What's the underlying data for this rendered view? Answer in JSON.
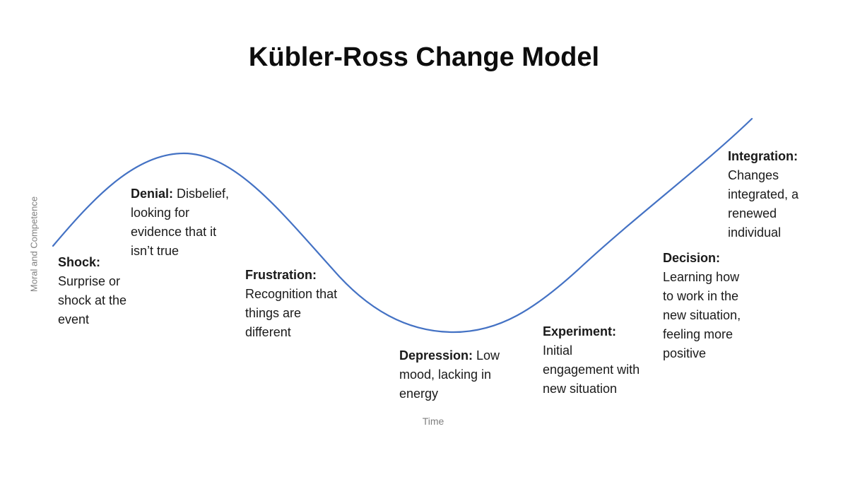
{
  "title": "Kübler-Ross Change Model",
  "axes": {
    "y_label": "Moral and Competence",
    "x_label": "Time"
  },
  "curve": {
    "color": "#4472C4",
    "semantic": "moral-competence-over-time-curve"
  },
  "stages": [
    {
      "id": "shock",
      "term": "Shock:",
      "line1_rest": "",
      "lines": [
        "Surprise or",
        "shock at the",
        "event"
      ]
    },
    {
      "id": "denial",
      "term": "Denial:",
      "line1_rest": " Disbelief,",
      "lines": [
        "looking for",
        "evidence that it",
        "isn’t true"
      ]
    },
    {
      "id": "frustration",
      "term": "Frustration:",
      "line1_rest": "",
      "lines": [
        "Recognition that",
        "things are",
        "different"
      ]
    },
    {
      "id": "depression",
      "term": "Depression:",
      "line1_rest": " Low",
      "lines": [
        "mood, lacking in",
        "energy"
      ]
    },
    {
      "id": "experiment",
      "term": "Experiment:",
      "line1_rest": "",
      "lines": [
        "Initial",
        "engagement with",
        "new situation"
      ]
    },
    {
      "id": "decision",
      "term": "Decision:",
      "line1_rest": "",
      "lines": [
        "Learning how",
        "to work in the",
        "new situation,",
        "feeling more",
        "positive"
      ]
    },
    {
      "id": "integration",
      "term": "Integration:",
      "line1_rest": "",
      "lines": [
        "Changes",
        "integrated, a",
        "renewed",
        "individual"
      ]
    }
  ]
}
